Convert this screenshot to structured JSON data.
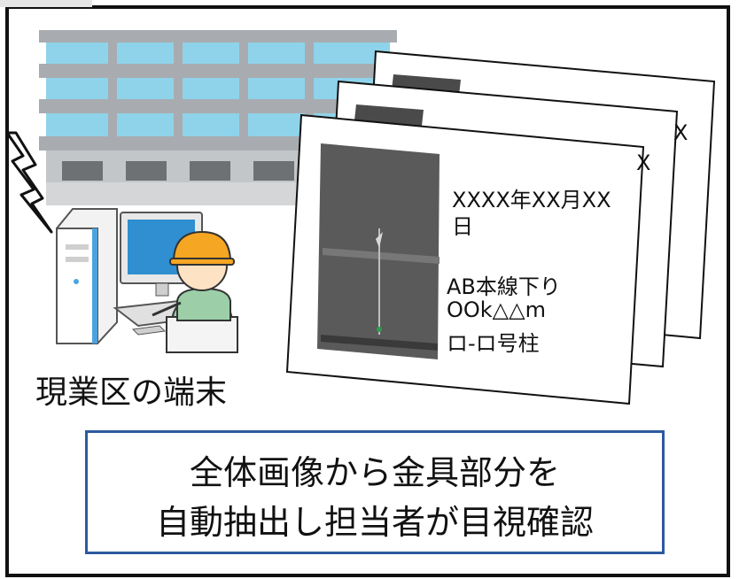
{
  "terminal_label": "現業区の端末",
  "caption": {
    "line1": "全体画像から金具部分を",
    "line2": "自動抽出し担当者が目視確認"
  },
  "front_card": {
    "date_line1": "XXXX年XX月XX",
    "date_line2": "日",
    "location_line1": "AB本線下り",
    "location_line2": "OOk△△m",
    "location_line3": "ロ-ロ号柱"
  },
  "back_card_letters": [
    "X",
    "X"
  ],
  "colors": {
    "accent_border": "#2d5aa0",
    "building_gray": "#a8acb0",
    "window_blue": "#8fd3ea",
    "helmet": "#f5a623",
    "worker_shirt": "#9ccfa8"
  },
  "icons": [
    "building-icon",
    "lightning-icon",
    "computer-icon",
    "worker-icon",
    "photo-card-icon"
  ]
}
